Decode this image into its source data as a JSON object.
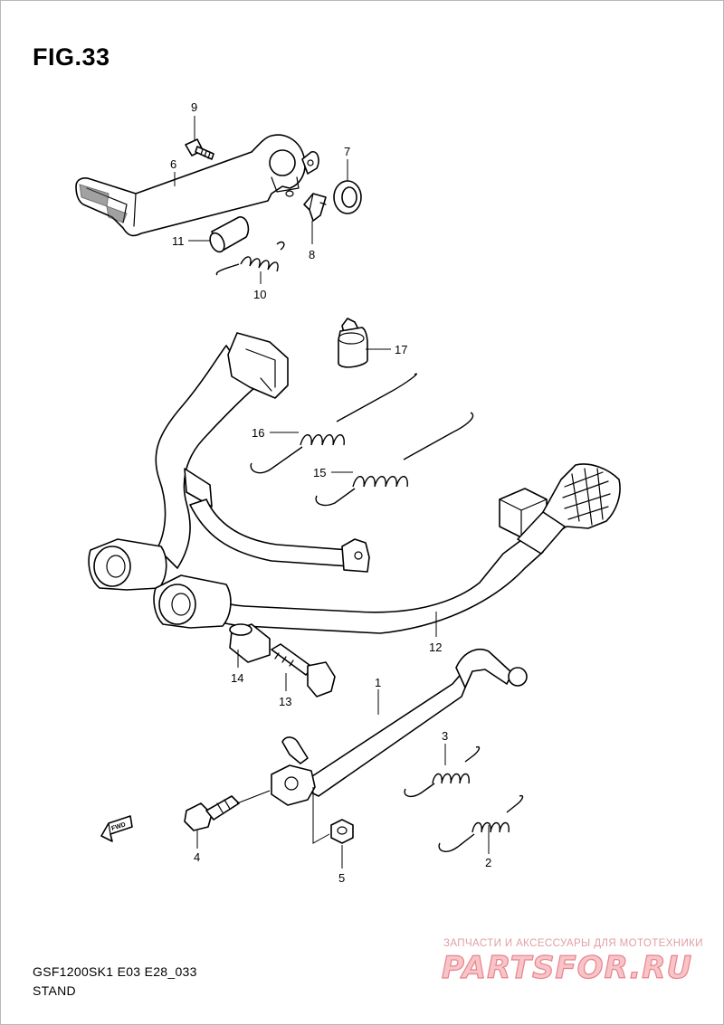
{
  "figure": {
    "title": "FIG.33",
    "model_code": "GSF1200SK1 E03 E28_033",
    "section": "STAND"
  },
  "direction_marker": {
    "label": "FWD",
    "icon": "forward-arrow-icon"
  },
  "callouts": [
    "1",
    "2",
    "3",
    "4",
    "5",
    "6",
    "7",
    "8",
    "9",
    "10",
    "11",
    "12",
    "13",
    "14",
    "15",
    "16",
    "17"
  ],
  "watermark": {
    "caption": "ЗАПЧАСТИ И АКСЕССУАРЫ ДЛЯ МОТОТЕХНИКИ",
    "logo": "PARTSFOR.RU"
  },
  "colors": {
    "line": "#000000",
    "background": "#ffffff",
    "watermark": "#e8838c"
  }
}
